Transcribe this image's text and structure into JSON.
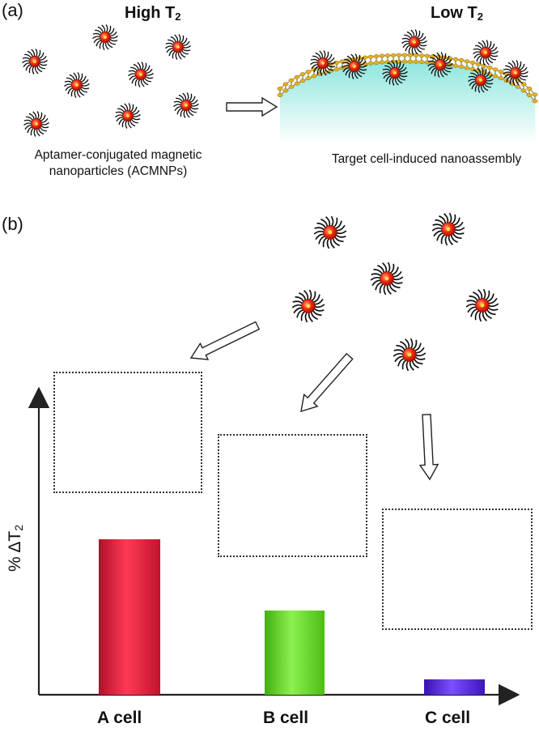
{
  "panel_a": {
    "label": "(a)",
    "left_title": "High T",
    "left_title_sub": "2",
    "right_title": "Low T",
    "right_title_sub": "2",
    "left_caption_line1": "Aptamer-conjugated magnetic",
    "left_caption_line2": "nanoparticles (ACMNPs)",
    "right_caption": "Target cell-induced nanoassembly"
  },
  "panel_b": {
    "label": "(b)",
    "y_axis_label": "% ΔT",
    "y_axis_sub": "2"
  },
  "colors": {
    "particle_core": "#e8200c",
    "bar_a": "#e0203a",
    "bar_b": "#66dd22",
    "bar_c": "#5522dd",
    "cell_a": "#f5a0d0",
    "cell_b": "#b8f0a0",
    "cell_c": "#d0b0f0",
    "cell_top": "#a8f0e8"
  },
  "chart_data": {
    "type": "bar",
    "categories": [
      "A cell",
      "B cell",
      "C cell"
    ],
    "values": [
      100,
      54,
      10
    ],
    "ylabel": "% ΔT2",
    "xlabel": "",
    "ylim": [
      0,
      100
    ],
    "grid": false
  }
}
